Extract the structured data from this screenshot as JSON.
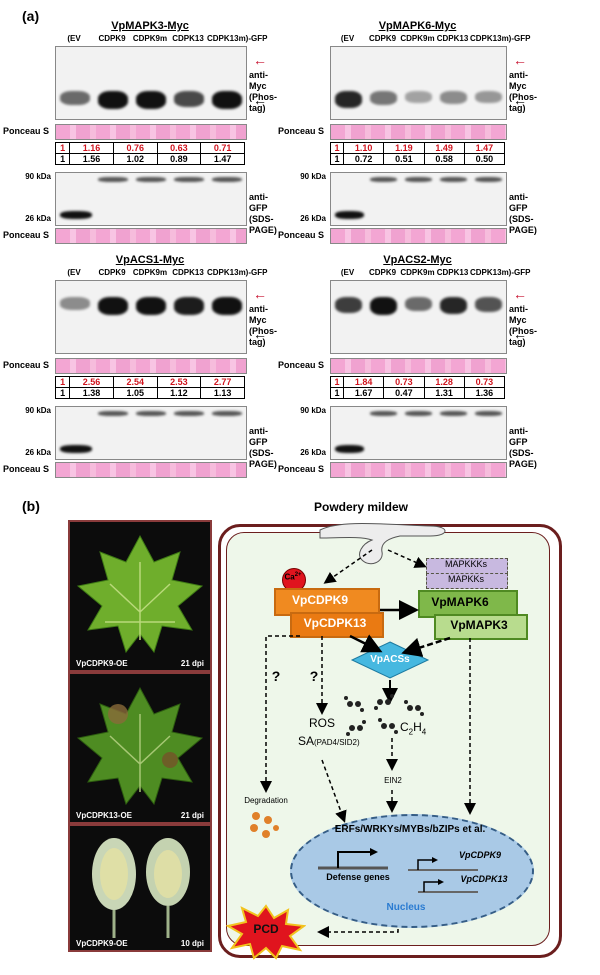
{
  "panel_a": {
    "label": "(a)",
    "blots": [
      {
        "title": "VpMAPK3-Myc",
        "lanes": [
          "(EV",
          "CDPK9",
          "CDPK9m",
          "CDPK13",
          "CDPK13m)-GFP"
        ],
        "myc_label": [
          "anti-Myc",
          "(Phos-tag)"
        ],
        "ponceau": "Ponceau S",
        "ratio_red": [
          "1",
          "1.16",
          "0.76",
          "0.63",
          "0.71"
        ],
        "ratio_black": [
          "1",
          "1.56",
          "1.02",
          "0.89",
          "1.47"
        ],
        "kda_top": "90 kDa",
        "kda_bottom": "26 kDa",
        "gfp_label": [
          "anti-GFP",
          "(SDS-PAGE)"
        ]
      },
      {
        "title": "VpMAPK6-Myc",
        "lanes": [
          "(EV",
          "CDPK9",
          "CDPK9m",
          "CDPK13",
          "CDPK13m)-GFP"
        ],
        "myc_label": [
          "anti-Myc",
          "(Phos-tag)"
        ],
        "ponceau": "Ponceau S",
        "ratio_red": [
          "1",
          "1.10",
          "1.19",
          "1.49",
          "1.47"
        ],
        "ratio_black": [
          "1",
          "0.72",
          "0.51",
          "0.58",
          "0.50"
        ],
        "kda_top": "90 kDa",
        "kda_bottom": "26 kDa",
        "gfp_label": [
          "anti-GFP",
          "(SDS-PAGE)"
        ]
      },
      {
        "title": "VpACS1-Myc",
        "lanes": [
          "(EV",
          "CDPK9",
          "CDPK9m",
          "CDPK13",
          "CDPK13m)-GFP"
        ],
        "myc_label": [
          "anti-Myc",
          "(Phos-tag)"
        ],
        "ponceau": "Ponceau S",
        "ratio_red": [
          "1",
          "2.56",
          "2.54",
          "2.53",
          "2.77"
        ],
        "ratio_black": [
          "1",
          "1.38",
          "1.05",
          "1.12",
          "1.13"
        ],
        "kda_top": "90 kDa",
        "kda_bottom": "26 kDa",
        "gfp_label": [
          "anti-GFP",
          "(SDS-PAGE)"
        ]
      },
      {
        "title": "VpACS2-Myc",
        "lanes": [
          "(EV",
          "CDPK9",
          "CDPK9m",
          "CDPK13",
          "CDPK13m)-GFP"
        ],
        "myc_label": [
          "anti-Myc",
          "(Phos-tag)"
        ],
        "ponceau": "Ponceau S",
        "ratio_red": [
          "1",
          "1.84",
          "0.73",
          "1.28",
          "0.73"
        ],
        "ratio_black": [
          "1",
          "1.67",
          "0.47",
          "1.31",
          "1.36"
        ],
        "kda_top": "90 kDa",
        "kda_bottom": "26 kDa",
        "gfp_label": [
          "anti-GFP",
          "(SDS-PAGE)"
        ]
      }
    ]
  },
  "panel_b": {
    "label": "(b)",
    "photos": [
      {
        "caption": "VpCDPK9-OE",
        "dpi": "21 dpi"
      },
      {
        "caption": "VpCDPK13-OE",
        "dpi": "21 dpi"
      },
      {
        "caption": "VpCDPK9-OE",
        "dpi": "10 dpi"
      }
    ],
    "diagram": {
      "pathogen": "Powdery mildew",
      "calcium": "Ca",
      "calcium_sup": "2+",
      "cdpk9": "VpCDPK9",
      "cdpk13": "VpCDPK13",
      "mapkkks": "MAPKKKs",
      "mapkks": "MAPKKs",
      "mapk6": "VpMAPK6",
      "mapk3": "VpMAPK3",
      "acs": "VpACSs",
      "q1": "?",
      "q2": "?",
      "ros": "ROS",
      "sa": "SA",
      "sa_genes": "(PAD4/SID2)",
      "c2h4": "C",
      "c2h4_sub1": "2",
      "c2h4_mid": "H",
      "c2h4_sub2": "4",
      "ein2": "EIN2",
      "degradation": "Degradation",
      "tfs": "ERFs/WRKYs/MYBs/bZIPs et al.",
      "defense": "Defense genes",
      "gene1": "VpCDPK9",
      "gene2": "VpCDPK13",
      "nucleus": "Nucleus",
      "pcd": "PCD"
    }
  }
}
